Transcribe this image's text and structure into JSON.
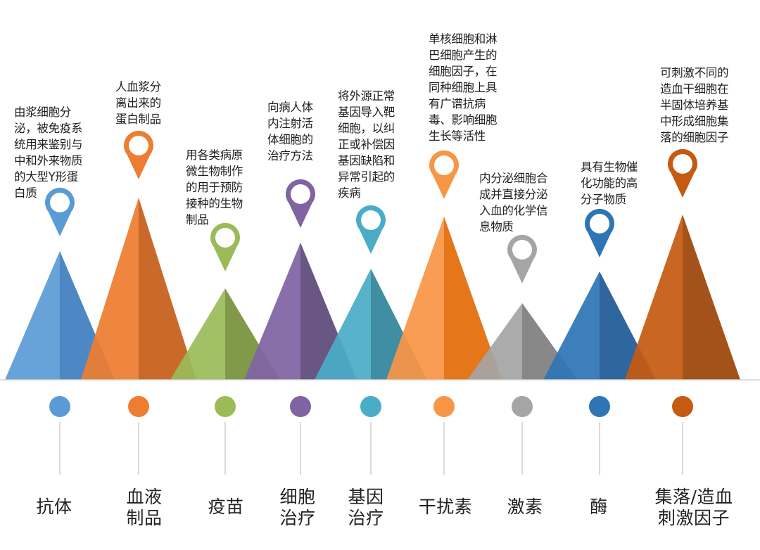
{
  "items": [
    {
      "label": "抗体",
      "desc": "由浆细胞分\n泌，被免疫系\n统用来鉴别与\n中和外来物质\n的大型Y形蛋\n白质",
      "color": "#5b9bd5",
      "shade": "#3f7fbf"
    },
    {
      "label": "血液\n制品",
      "desc": "人血浆分\n离出来的\n蛋白制品",
      "color": "#ed7d31",
      "shade": "#c65f1a"
    },
    {
      "label": "疫苗",
      "desc": "用各类病原\n微生物制作\n的用于预防\n接种的生物\n制品",
      "color": "#9bbb59",
      "shade": "#76923c"
    },
    {
      "label": "细胞\n治疗",
      "desc": "向病人体\n内注射活\n体细胞的\n治疗方法",
      "color": "#8064a2",
      "shade": "#5f497a"
    },
    {
      "label": "基因\n治疗",
      "desc": "将外源正常\n基因导入靶\n细胞，以纠\n正或补偿因\n基因缺陷和\n异常引起的\n疾病",
      "color": "#4bacc6",
      "shade": "#31859c"
    },
    {
      "label": "干扰素",
      "desc": "单核细胞和淋\n巴细胞产生的\n细胞因子，在\n同种细胞上具\n有广谱抗病\n毒、影响细胞\n生长等活性",
      "color": "#f79646",
      "shade": "#e36c09"
    },
    {
      "label": "激素",
      "desc": "内分泌细胞合\n成并直接分泌\n入血的化学信\n息物质",
      "color": "#a5a5a5",
      "shade": "#7f7f7f"
    },
    {
      "label": "酶",
      "desc": "具有生物催\n化功能的高\n分子物质",
      "color": "#2e75b6",
      "shade": "#1f5a96"
    },
    {
      "label": "集落/造血\n刺激因子",
      "desc": "可刺激不同的\n造血干细胞在\n半固体培养基\n中形成细胞集\n落的细胞因子",
      "color": "#c55a11",
      "shade": "#9c4509"
    }
  ]
}
